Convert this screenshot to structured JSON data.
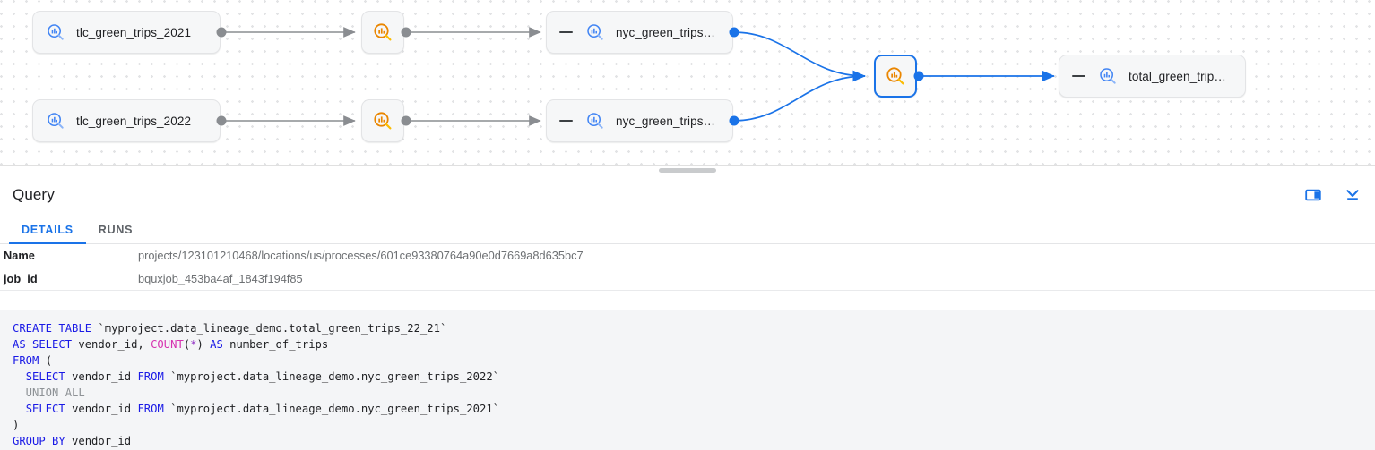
{
  "canvas": {
    "nodes": [
      {
        "id": "tlc2021",
        "type": "table",
        "label": "tlc_green_trips_2021",
        "icon": "table-search-icon",
        "icon_color": "#4285f4",
        "collapsible": false,
        "selected": false
      },
      {
        "id": "tlc2022",
        "type": "table",
        "label": "tlc_green_trips_2022",
        "icon": "table-search-icon",
        "icon_color": "#4285f4",
        "collapsible": false,
        "selected": false
      },
      {
        "id": "proc-top",
        "type": "process",
        "label": "",
        "icon": "process-search-icon",
        "icon_color": "#ea8600",
        "selected": false
      },
      {
        "id": "proc-bottom",
        "type": "process",
        "label": "",
        "icon": "process-search-icon",
        "icon_color": "#ea8600",
        "selected": false
      },
      {
        "id": "nyc2021",
        "type": "table",
        "label": "nyc_green_trips…",
        "icon": "table-search-icon",
        "icon_color": "#4285f4",
        "collapsible": true,
        "selected": false
      },
      {
        "id": "nyc2022",
        "type": "table",
        "label": "nyc_green_trips…",
        "icon": "table-search-icon",
        "icon_color": "#4285f4",
        "collapsible": true,
        "selected": false
      },
      {
        "id": "proc-union",
        "type": "process",
        "label": "",
        "icon": "process-search-icon",
        "icon_color": "#ea8600",
        "selected": true
      },
      {
        "id": "total",
        "type": "table",
        "label": "total_green_trip…",
        "icon": "table-search-icon",
        "icon_color": "#4285f4",
        "collapsible": true,
        "selected": false
      }
    ],
    "colors": {
      "edge": "#8a8d91",
      "edge_selected": "#1a73e8",
      "node_border_selected": "#1a73e8"
    }
  },
  "panel": {
    "title": "Query",
    "actions": [
      {
        "name": "split-panel-icon",
        "label": "Toggle side panel"
      },
      {
        "name": "collapse-panel-icon",
        "label": "Collapse panel"
      }
    ],
    "tabs": [
      {
        "label": "DETAILS",
        "active": true
      },
      {
        "label": "RUNS",
        "active": false
      }
    ],
    "details": [
      {
        "key": "Name",
        "value": "projects/123101210468/locations/us/processes/601ce93380764a90e0d7669a8d635bc7"
      },
      {
        "key": "job_id",
        "value": "bquxjob_453ba4af_1843f194f85"
      }
    ]
  },
  "sql": {
    "lines": [
      [
        {
          "t": "CREATE TABLE ",
          "c": "kw"
        },
        {
          "t": "`myproject.data_lineage_demo.total_green_trips_22_21`",
          "c": ""
        }
      ],
      [
        {
          "t": "AS SELECT ",
          "c": "kw"
        },
        {
          "t": "vendor_id, ",
          "c": ""
        },
        {
          "t": "COUNT",
          "c": "fn"
        },
        {
          "t": "(",
          "c": ""
        },
        {
          "t": "*",
          "c": "star"
        },
        {
          "t": ") ",
          "c": ""
        },
        {
          "t": "AS ",
          "c": "kw"
        },
        {
          "t": "number_of_trips",
          "c": ""
        }
      ],
      [
        {
          "t": "FROM",
          "c": "kw"
        },
        {
          "t": " (",
          "c": ""
        }
      ],
      [
        {
          "t": "  ",
          "c": ""
        },
        {
          "t": "SELECT ",
          "c": "kw"
        },
        {
          "t": "vendor_id ",
          "c": ""
        },
        {
          "t": "FROM ",
          "c": "kw"
        },
        {
          "t": "`myproject.data_lineage_demo.nyc_green_trips_2022`",
          "c": ""
        }
      ],
      [
        {
          "t": "  UNION ALL",
          "c": "dim"
        }
      ],
      [
        {
          "t": "  ",
          "c": ""
        },
        {
          "t": "SELECT ",
          "c": "kw"
        },
        {
          "t": "vendor_id ",
          "c": ""
        },
        {
          "t": "FROM ",
          "c": "kw"
        },
        {
          "t": "`myproject.data_lineage_demo.nyc_green_trips_2021`",
          "c": ""
        }
      ],
      [
        {
          "t": ")",
          "c": ""
        }
      ],
      [
        {
          "t": "GROUP BY ",
          "c": "kw"
        },
        {
          "t": "vendor_id",
          "c": ""
        }
      ]
    ]
  }
}
